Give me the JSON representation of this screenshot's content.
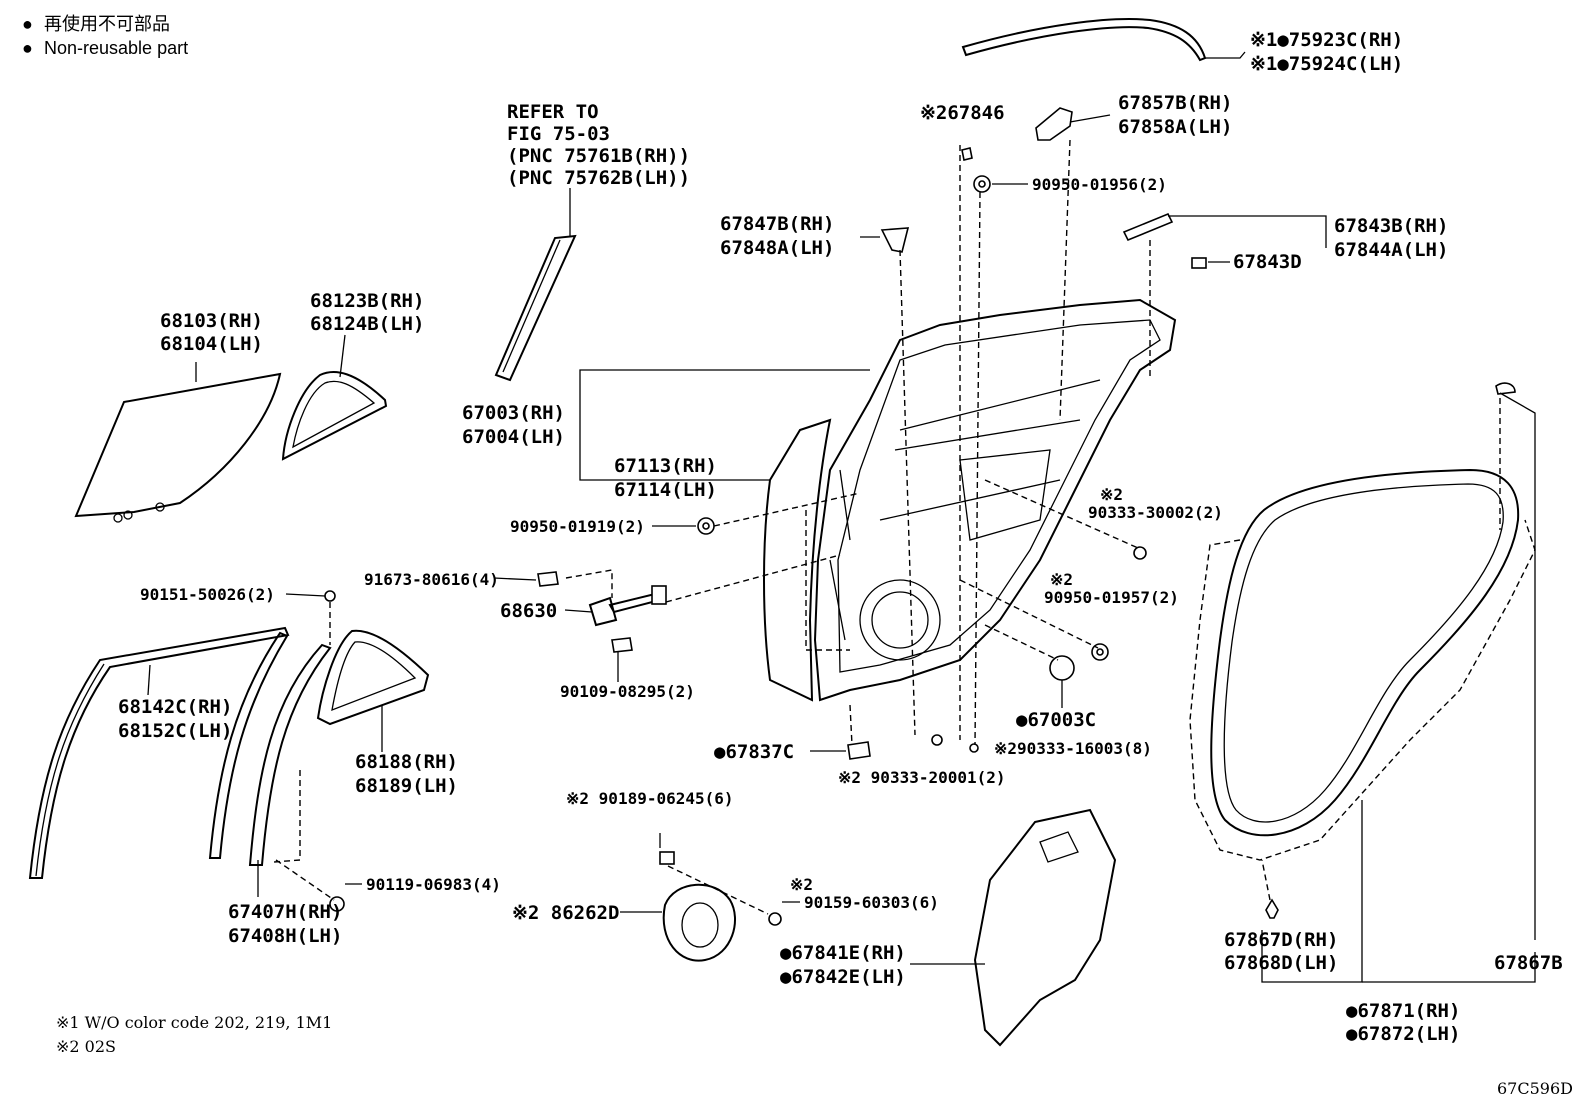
{
  "legend": {
    "items": [
      {
        "symbol": "●",
        "text": "再使用不可部品"
      },
      {
        "symbol": "●",
        "text": "Non-reusable part"
      }
    ]
  },
  "notes": [
    "※1 W/O color code 202, 219, 1M1",
    "※2 02S"
  ],
  "figure_code": "67C596D",
  "reference": {
    "lines": [
      "REFER TO",
      "FIG 75-03",
      "(PNC 75761B(RH))",
      "(PNC 75762B(LH))"
    ]
  },
  "callouts": {
    "c75923": [
      "※1●75923C(RH)",
      "※1●75924C(LH)"
    ],
    "c67846": [
      "※267846"
    ],
    "c67857": [
      "67857B(RH)",
      "67858A(LH)"
    ],
    "c90950_01956": [
      "90950-01956(2)"
    ],
    "c67847": [
      "67847B(RH)",
      "67848A(LH)"
    ],
    "c67843B": [
      "67843B(RH)",
      "67844A(LH)"
    ],
    "c67843D": [
      "67843D"
    ],
    "c68103": [
      "68103(RH)",
      "68104(LH)"
    ],
    "c68123": [
      "68123B(RH)",
      "68124B(LH)"
    ],
    "c67003": [
      "67003(RH)",
      "67004(LH)"
    ],
    "c67113": [
      "67113(RH)",
      "67114(LH)"
    ],
    "c90950_01919": [
      "90950-01919(2)"
    ],
    "c90333_30002": [
      "※2",
      "90333-30002(2)"
    ],
    "c90151": [
      "90151-50026(2)"
    ],
    "c91673": [
      "91673-80616(4)"
    ],
    "c68630": [
      "68630"
    ],
    "c90950_01957": [
      "※2",
      "90950-01957(2)"
    ],
    "c90109": [
      "90109-08295(2)"
    ],
    "c67003C": [
      "●67003C"
    ],
    "c68142": [
      "68142C(RH)",
      "68152C(LH)"
    ],
    "c68188": [
      "68188(RH)",
      "68189(LH)"
    ],
    "c67837C": [
      "●67837C"
    ],
    "c90333_16003": [
      "※290333-16003(8)"
    ],
    "c90333_20001": [
      "※2 90333-20001(2)"
    ],
    "c90189": [
      "※2 90189-06245(6)"
    ],
    "c90119": [
      "90119-06983(4)"
    ],
    "c90159": [
      "※2",
      "90159-60303(6)"
    ],
    "c86262": [
      "※2 86262D"
    ],
    "c67407": [
      "67407H(RH)",
      "67408H(LH)"
    ],
    "c67841": [
      "●67841E(RH)",
      "●67842E(LH)"
    ],
    "c67867D": [
      "67867D(RH)",
      "67868D(LH)"
    ],
    "c67867B": [
      "67867B"
    ],
    "c67871": [
      "●67871(RH)",
      "●67872(LH)"
    ]
  }
}
